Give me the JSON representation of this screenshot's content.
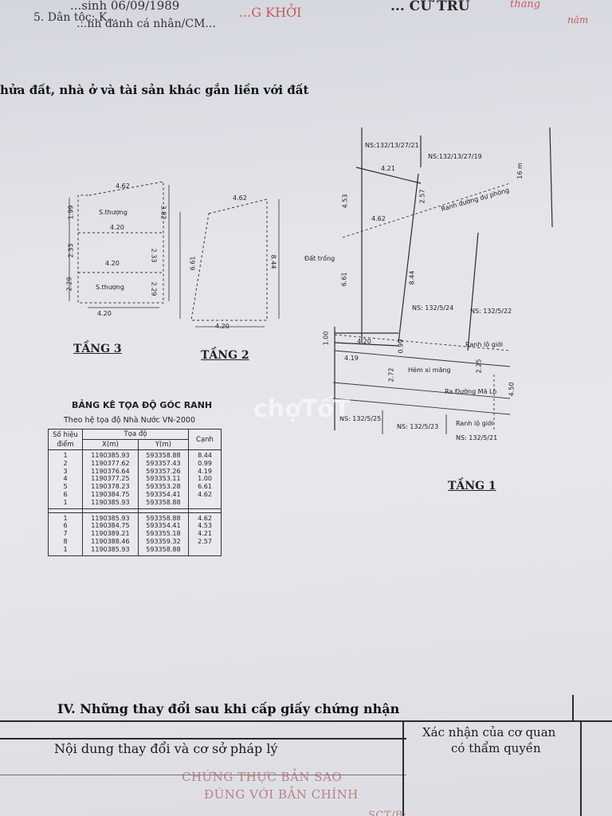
{
  "header": {
    "birth": "...sinh 06/09/1989",
    "id_line": "...nh danh cá nhân/CM...",
    "ethnicity": "5. Dân tộc: K...",
    "stamp_name": "...G KHỞI",
    "stamp_right": "... CƯ TRÚ",
    "top_right_1": "tháng",
    "top_right_2": "năm"
  },
  "section_title": "hửa đất, nhà ở và tài sản khác gắn liền với đất",
  "floor3": {
    "title": "TẦNG 3",
    "top": "4.62",
    "mid1": "4.20",
    "mid2": "4.20",
    "bottom": "4.20",
    "left1": "1.99",
    "left2": "2.33",
    "left3": "2.29",
    "right1": "3.82",
    "right2": "2.33",
    "right3": "2.29",
    "area1": "S.thượng",
    "area2": "S.thượng"
  },
  "floor2": {
    "title": "TẦNG 2",
    "top": "4.62",
    "bottom": "4.20",
    "left": "6.61",
    "right": "8.44"
  },
  "floor1": {
    "title": "TẦNG 1",
    "ns_top_left": "NS:132/13/27/21",
    "ns_top_right": "NS:132/13/27/19",
    "w_top": "4.21",
    "reserve_road": "Ranh đường dự phòng",
    "reserve_width": "16 m",
    "d453": "4.53",
    "d257": "2.57",
    "w462": "4.62",
    "empty_land": "Đất trống",
    "d661": "6.61",
    "d844": "8.44",
    "ns_524": "NS: 132/5/24",
    "ns_522": "NS: 132/5/22",
    "w420": "4.20",
    "d100": "1.00",
    "d099": "0.99",
    "boundary1": "Ranh lộ giới",
    "w419": "4.19",
    "alley": "Hẻm xi măng",
    "d272": "2.72",
    "d225": "2.25",
    "d450": "4.50",
    "to_road": "Ra Đường Mã Lò",
    "boundary2": "Ranh lộ giới",
    "ns_525": "NS: 132/5/25",
    "ns_523": "NS: 132/5/23",
    "ns_521": "NS: 132/5/21"
  },
  "coords": {
    "title": "BẢNG KÊ TỌA ĐỘ GÓC RANH",
    "subtitle": "Theo hệ tọa độ Nhà Nước VN-2000",
    "h_point": "Số hiệu điểm",
    "h_coord": "Tọa độ",
    "h_x": "X(m)",
    "h_y": "Y(m)",
    "h_edge": "Cạnh",
    "group1": [
      {
        "p": "1",
        "x": "1190385.93",
        "y": "593358.88",
        "c": "8.44"
      },
      {
        "p": "2",
        "x": "1190377.62",
        "y": "593357.43",
        "c": "0.99"
      },
      {
        "p": "3",
        "x": "1190376.64",
        "y": "593357.26",
        "c": "4.19"
      },
      {
        "p": "4",
        "x": "1190377.25",
        "y": "593353.11",
        "c": "1.00"
      },
      {
        "p": "5",
        "x": "1190378.23",
        "y": "593353.28",
        "c": "6.61"
      },
      {
        "p": "6",
        "x": "1190384.75",
        "y": "593354.41",
        "c": "4.62"
      },
      {
        "p": "1",
        "x": "1190385.93",
        "y": "593358.88",
        "c": ""
      }
    ],
    "group2": [
      {
        "p": "1",
        "x": "1190385.93",
        "y": "593358.88",
        "c": "4.62"
      },
      {
        "p": "6",
        "x": "1190384.75",
        "y": "593354.41",
        "c": "4.53"
      },
      {
        "p": "7",
        "x": "1190389.21",
        "y": "593355.18",
        "c": "4.21"
      },
      {
        "p": "8",
        "x": "1190388.46",
        "y": "593359.32",
        "c": "2.57"
      },
      {
        "p": "1",
        "x": "1190385.93",
        "y": "593358.88",
        "c": ""
      }
    ]
  },
  "watermark": "chợTốT",
  "section4": {
    "title": "IV. Những thay đổi sau khi cấp giấy chứng nhận",
    "col_left": "Nội dung thay đổi và cơ sở pháp lý",
    "col_right_1": "Xác nhận của cơ quan",
    "col_right_2": "có thẩm quyền",
    "ghost1": "CHỨNG THỰC BẢN SAO",
    "ghost2": "ĐÚNG VỚI BẢN CHÍNH",
    "ghost3": "SCT/B:"
  }
}
